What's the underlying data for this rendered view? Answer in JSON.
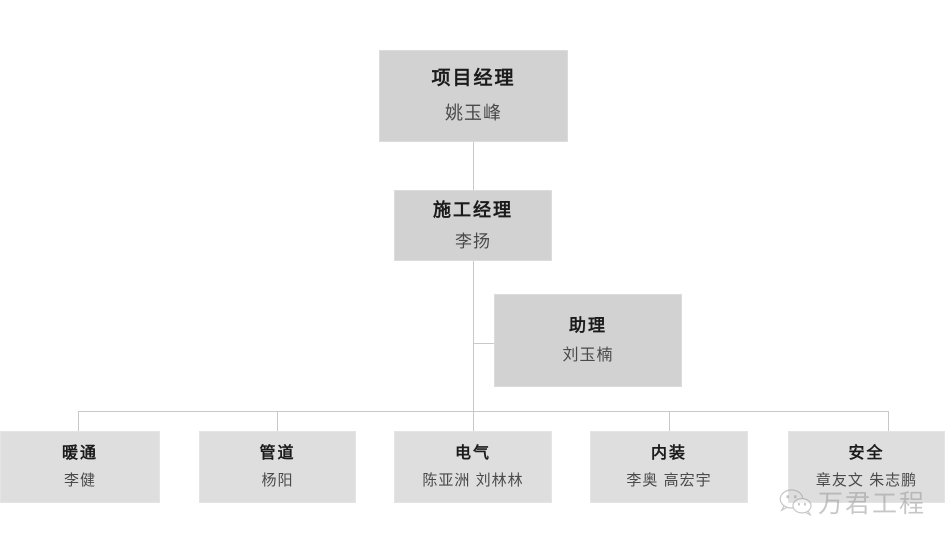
{
  "chart": {
    "type": "org-chart",
    "background_color": "#ffffff",
    "box_fill_color": "#d2d2d2",
    "box_fill_color_light": "#dedede",
    "box_border_color": "#dcdcdc",
    "line_color": "#c8c8c8",
    "title_text_color": "#1b1b1b",
    "person_text_color": "#4a4a4a",
    "nodes": [
      {
        "id": "project-manager",
        "title": "项目经理",
        "person": "姚玉峰",
        "level": 1
      },
      {
        "id": "construction-manager",
        "title": "施工经理",
        "person": "李扬",
        "level": 2
      },
      {
        "id": "assistant",
        "title": "助理",
        "person": "刘玉楠",
        "level": 3
      },
      {
        "id": "hvac",
        "title": "暖通",
        "person": "李健",
        "level": 4
      },
      {
        "id": "piping",
        "title": "管道",
        "person": "杨阳",
        "level": 4
      },
      {
        "id": "electrical",
        "title": "电气",
        "person": "陈亚洲 刘林林",
        "level": 4
      },
      {
        "id": "interior",
        "title": "内装",
        "person": "李奥 高宏宇",
        "level": 4
      },
      {
        "id": "safety",
        "title": "安全",
        "person": "章友文 朱志鹏",
        "level": 4
      }
    ]
  },
  "watermark": {
    "text": "万君工程",
    "logo": "wechat-icon"
  }
}
